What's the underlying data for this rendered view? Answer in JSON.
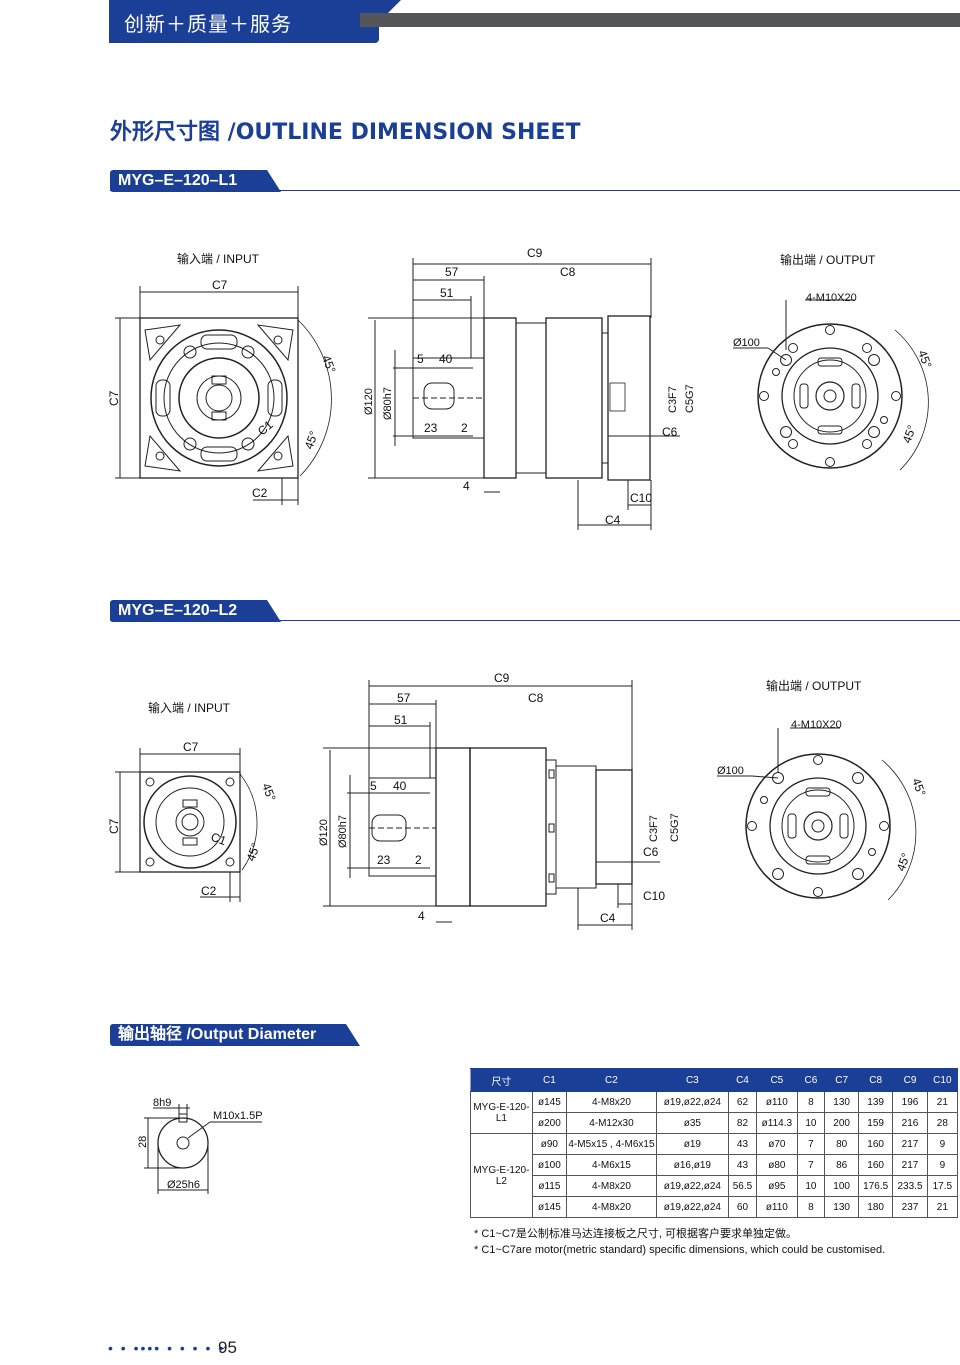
{
  "header": {
    "brand_slogan": "创新＋质量＋服务"
  },
  "sheet_title": "外形尺寸图 /OUTLINE DIMENSION SHEET",
  "sections": {
    "l1": "MYG–E–120–L1",
    "l2": "MYG–E–120–L2",
    "output_diameter": "输出轴径 /Output Diameter"
  },
  "labels": {
    "input": "输入端 / INPUT",
    "output": "输出端 / OUTPUT",
    "c7": "C7",
    "c2": "C2",
    "c1": "C1",
    "c9": "C9",
    "c8": "C8",
    "c3": "C3F7",
    "c5": "C5G7",
    "c6": "C6",
    "c10": "C10",
    "c4": "C4",
    "d57": "57",
    "d51": "51",
    "d5": "5",
    "d40": "40",
    "d23": "23",
    "d2": "2",
    "d4": "4",
    "d120": "Ø120",
    "d80": "Ø80h7",
    "d100": "Ø100",
    "bolt": "4-M10X20",
    "deg45": "45°",
    "shaft_key": "8h9",
    "shaft_thread": "M10x1.5P",
    "shaft_h": "28",
    "shaft_d": "Ø25h6"
  },
  "table": {
    "headers": [
      "尺寸",
      "C1",
      "C2",
      "C3",
      "C4",
      "C5",
      "C6",
      "C7",
      "C8",
      "C9",
      "C10"
    ],
    "groups": [
      {
        "model": "MYG-E-120-L1",
        "rows": [
          [
            "ø145",
            "4-M8x20",
            "ø19,ø22,ø24",
            "62",
            "ø110",
            "8",
            "130",
            "139",
            "196",
            "21"
          ],
          [
            "ø200",
            "4-M12x30",
            "ø35",
            "82",
            "ø114.3",
            "10",
            "200",
            "159",
            "216",
            "28"
          ]
        ]
      },
      {
        "model": "MYG-E-120-L2",
        "rows": [
          [
            "ø90",
            "4-M5x15 , 4-M6x15",
            "ø19",
            "43",
            "ø70",
            "7",
            "80",
            "160",
            "217",
            "9"
          ],
          [
            "ø100",
            "4-M6x15",
            "ø16,ø19",
            "43",
            "ø80",
            "7",
            "86",
            "160",
            "217",
            "9"
          ],
          [
            "ø115",
            "4-M8x20",
            "ø19,ø22,ø24",
            "56.5",
            "ø95",
            "10",
            "100",
            "176.5",
            "233.5",
            "17.5"
          ],
          [
            "ø145",
            "4-M8x20",
            "ø19,ø22,ø24",
            "60",
            "ø110",
            "8",
            "130",
            "180",
            "237",
            "21"
          ]
        ]
      }
    ]
  },
  "notes": [
    "* C1~C7是公制标准马达连接板之尺寸, 可根据客户要求单独定做。",
    "* C1~C7are motor(metric standard)  specific dimensions, which could be customised."
  ],
  "footer": {
    "page": "95"
  }
}
